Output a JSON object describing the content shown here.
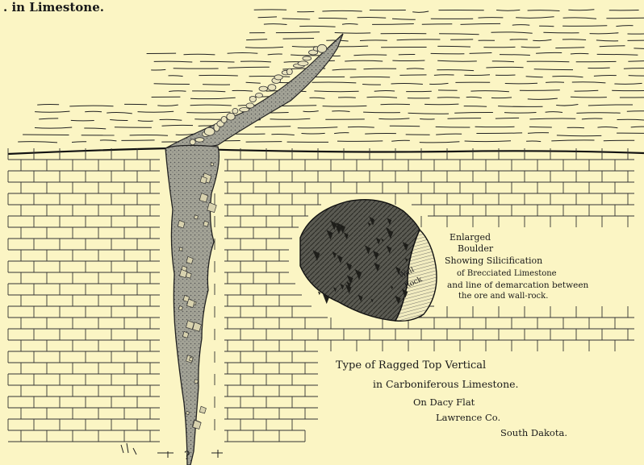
{
  "title_fragment": ". in Limestone.",
  "wall_rock_label": [
    "Wall",
    "Rock"
  ],
  "boulder_caption": [
    "Enlarged",
    "Boulder",
    "Showing Silicification",
    "of Brecciated Limestone",
    "and line of demarcation between",
    "the ore and wall-rock."
  ],
  "type_caption": [
    "Type of Ragged Top Vertical",
    "in Carboniferous Limestone."
  ],
  "location": [
    "On Dacy Flat",
    "Lawrence Co.",
    "South Dakota."
  ],
  "bottom_marks": [
    "?"
  ],
  "colors": {
    "paper": "#fbf5c4",
    "ink": "#1a1a1a",
    "ore_fill": "#9a9a8a"
  }
}
